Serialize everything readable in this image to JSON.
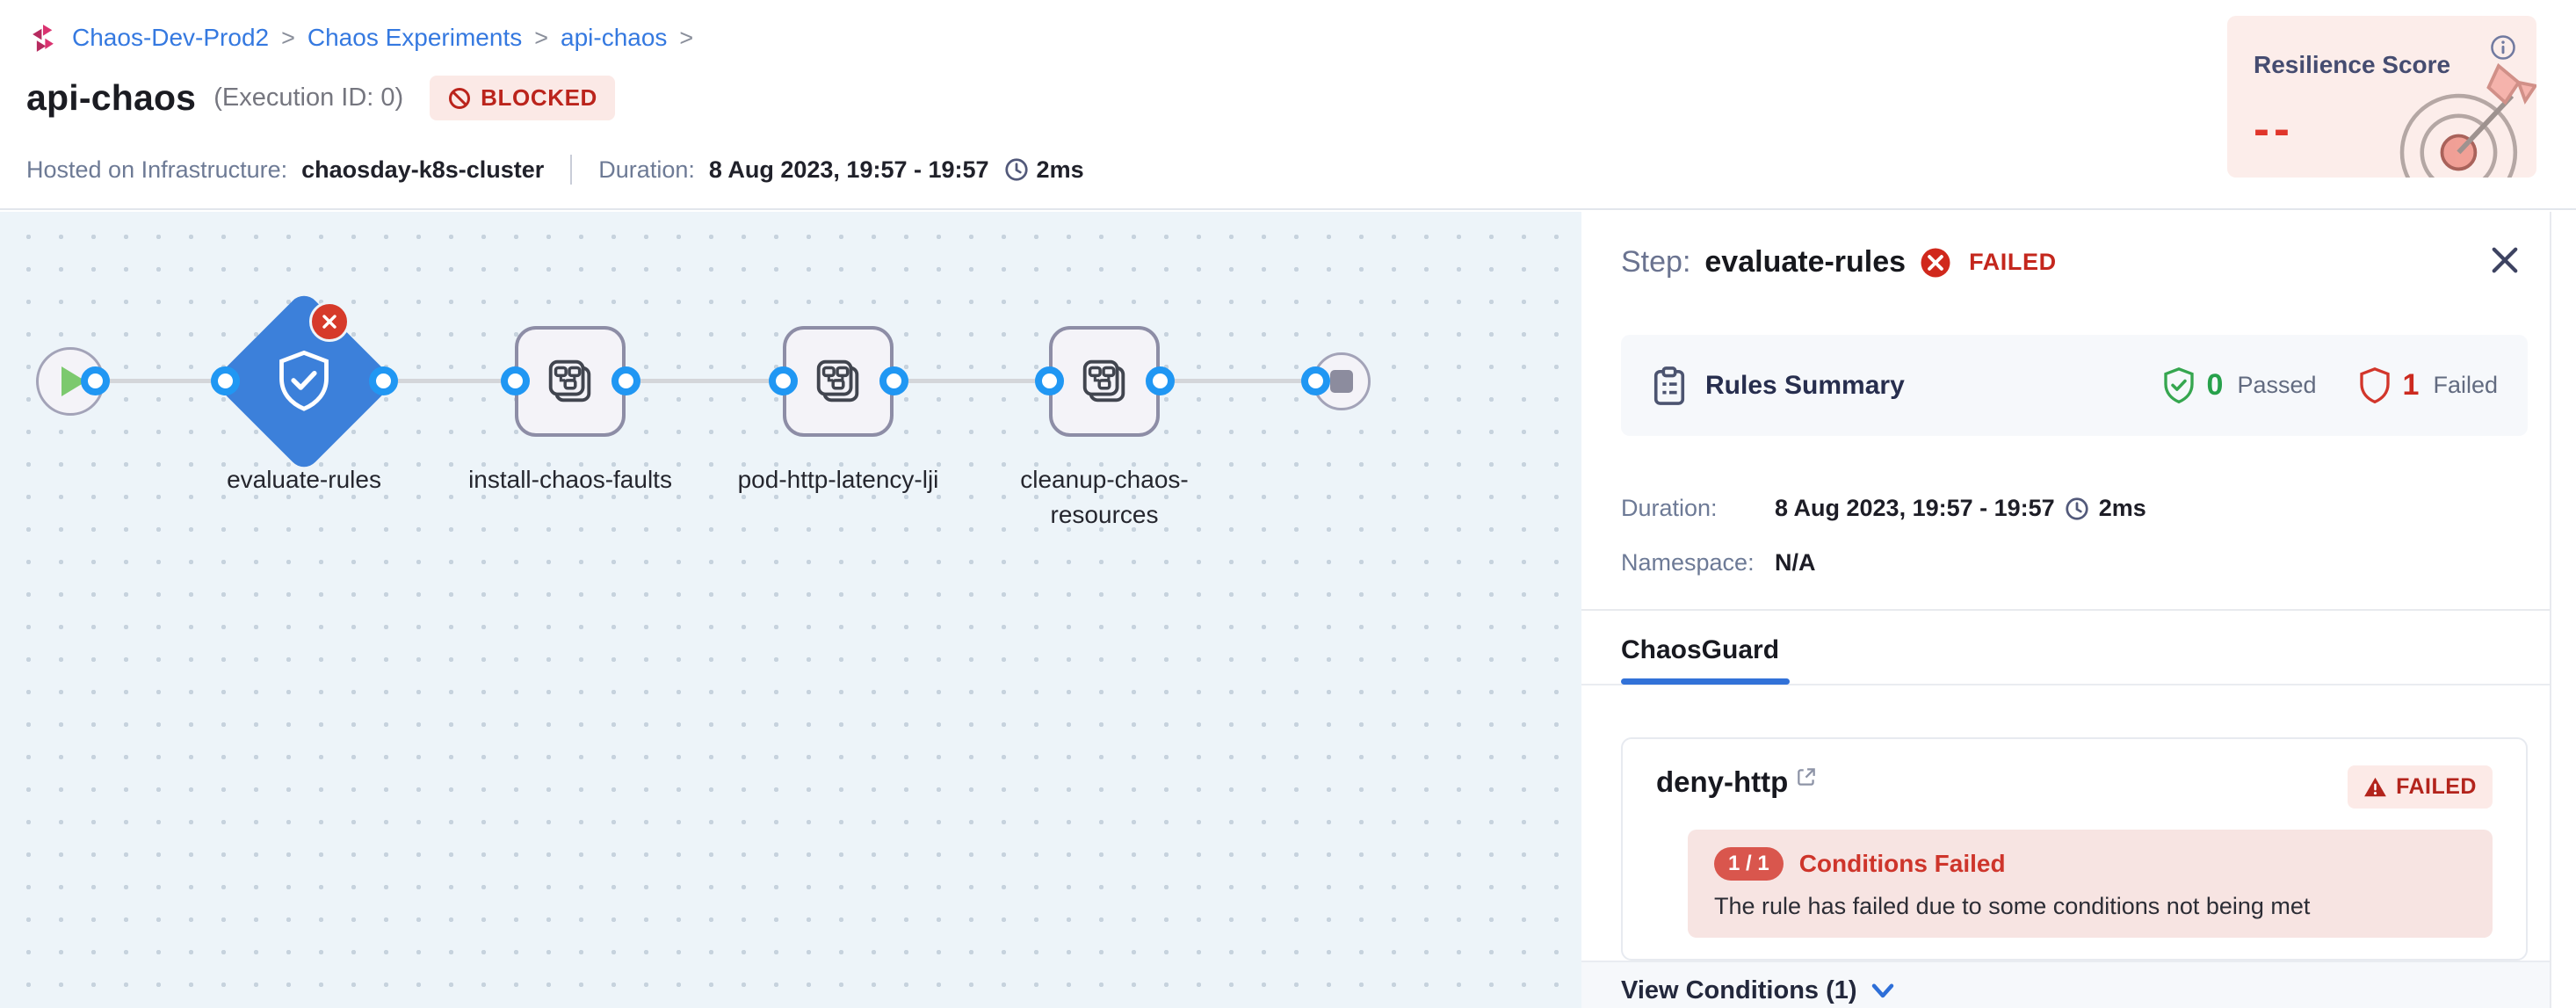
{
  "breadcrumb": {
    "separator": ">",
    "items": [
      {
        "label": "Chaos-Dev-Prod2"
      },
      {
        "label": "Chaos Experiments"
      },
      {
        "label": "api-chaos"
      }
    ]
  },
  "header": {
    "title": "api-chaos",
    "execution_id": "(Execution ID: 0)",
    "status": "BLOCKED",
    "infra_label": "Hosted on Infrastructure:",
    "infra_value": "chaosday-k8s-cluster",
    "duration_label": "Duration:",
    "duration_value": "8 Aug 2023, 19:57 - 19:57",
    "duration_elapsed": "2ms"
  },
  "resilience_card": {
    "title": "Resilience Score",
    "value": "--"
  },
  "pipeline": {
    "nodes": [
      {
        "label": "evaluate-rules",
        "status": "failed"
      },
      {
        "label": "install-chaos-faults"
      },
      {
        "label": "pod-http-latency-lji"
      },
      {
        "label": "cleanup-chaos-resources"
      }
    ]
  },
  "panel": {
    "step_prefix": "Step:",
    "step_name": "evaluate-rules",
    "step_status": "FAILED",
    "close_glyph": "✕",
    "rules_summary": {
      "title": "Rules Summary",
      "passed_count": "0",
      "passed_label": "Passed",
      "failed_count": "1",
      "failed_label": "Failed"
    },
    "details": {
      "duration_label": "Duration:",
      "duration_value": "8 Aug 2023, 19:57 - 19:57",
      "duration_elapsed": "2ms",
      "namespace_label": "Namespace:",
      "namespace_value": "N/A"
    },
    "tabs": [
      {
        "label": "ChaosGuard",
        "active": true
      }
    ],
    "rule_card": {
      "name": "deny-http",
      "status": "FAILED",
      "conditions_count": "1 / 1",
      "conditions_title": "Conditions Failed",
      "conditions_message": "The rule has failed due to some conditions not being met",
      "footer_label": "View Conditions (1)"
    }
  },
  "colors": {
    "accent_blue": "#3579e0",
    "failed_red": "#c4271d",
    "passed_green": "#27a14b",
    "blocked_red": "#bb241c",
    "diamond_blue": "#3c80da",
    "canvas_bg": "#edf4f9"
  }
}
